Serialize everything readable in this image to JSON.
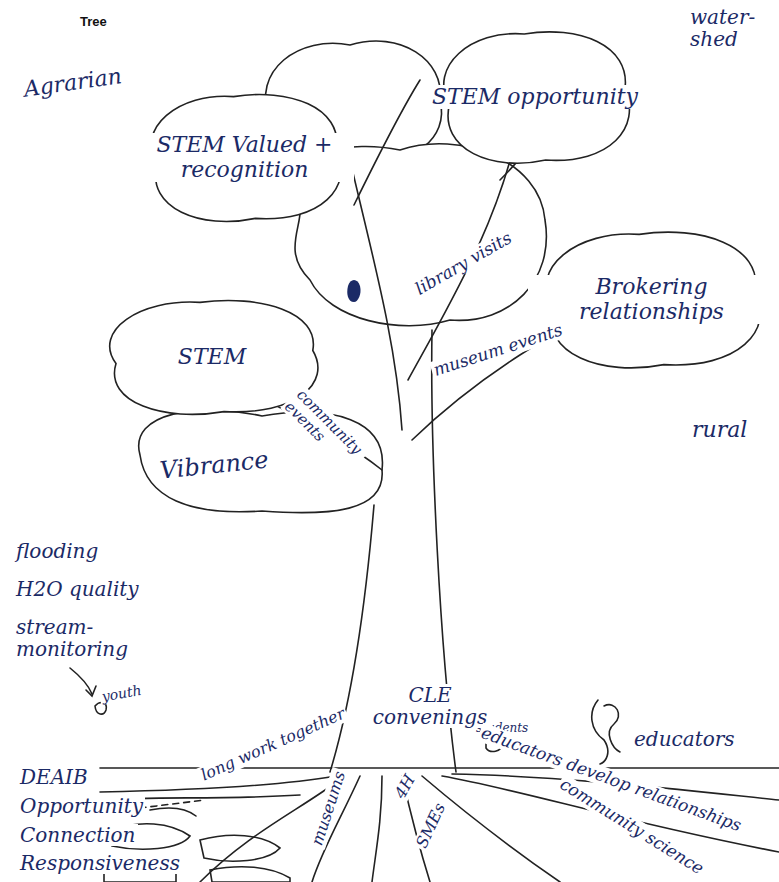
{
  "diagram": {
    "title": "Tree",
    "nodes": [
      {
        "text": [
          "STEM Valued + recognition"
        ]
      },
      {
        "text": [
          "STEM opportunity"
        ]
      },
      {
        "text": [
          "Brokering relationships"
        ]
      },
      {
        "text": [
          "STEM"
        ]
      }
    ],
    "labels": [
      "water-shed",
      "Agrarian",
      "library visits",
      "museum events",
      "rural",
      "community events",
      "Vibrance",
      "flooding",
      "H2O quality",
      "stream-monitoring",
      "youth",
      "students",
      "educators",
      "CLE convenings",
      "DEAIB",
      "Opportunity",
      "long work together",
      "Connection",
      "museums",
      "4H",
      "SMEs",
      "educators develop relationships",
      "community science",
      "Responsiveness"
    ]
  }
}
